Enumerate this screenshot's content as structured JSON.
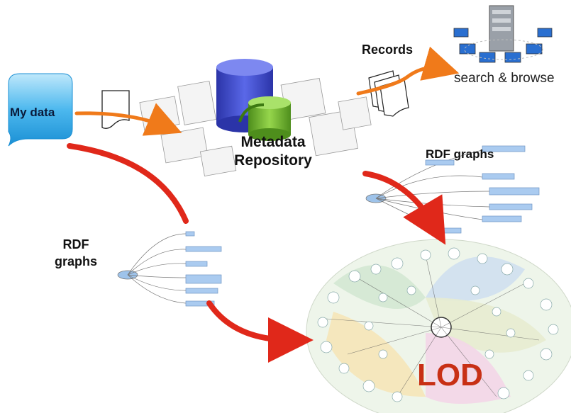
{
  "labels": {
    "my_data": "My data",
    "records": "Records",
    "search_browse": "search & browse",
    "repository_line1": "Metadata",
    "repository_line2": "Repository",
    "rdf_top": "RDF graphs",
    "rdf_left_line1": "RDF",
    "rdf_left_line2": "graphs",
    "lod": "LOD"
  },
  "colors": {
    "orange_arrow": "#f07a1a",
    "red_arrow": "#e0281a",
    "bubble_blue": "#2aa6e6",
    "db_blue": "#4a57d6",
    "db_green": "#7fc43a",
    "lod_text": "#c83015"
  },
  "icons": {
    "bubble": "speech-bubble-icon",
    "document": "document-icon",
    "documents": "document-stack-icon",
    "database": "database-icon",
    "network": "computer-network-icon",
    "graph": "rdf-graph-icon",
    "cloud": "lod-cloud-icon"
  }
}
